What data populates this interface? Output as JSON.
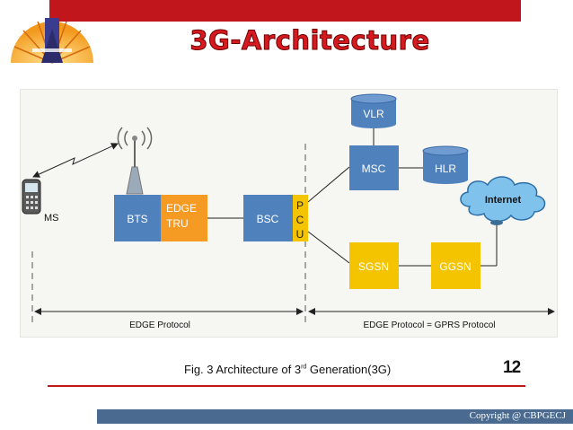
{
  "slide": {
    "title": "3G-Architecture",
    "caption_prefix": "Fig. 3 Architecture of 3",
    "caption_sup": "rd",
    "caption_suffix": " Generation(3G)",
    "page_number": "12",
    "copyright": "Copyright @ CBPGECJ"
  },
  "diagram": {
    "nodes": {
      "ms": "MS",
      "bts": "BTS",
      "edge_tru_line1": "EDGE",
      "edge_tru_line2": "TRU",
      "bsc": "BSC",
      "pcu_p": "P",
      "pcu_c": "C",
      "pcu_u": "U",
      "vlr": "VLR",
      "msc": "MSC",
      "hlr": "HLR",
      "sgsn": "SGSN",
      "ggsn": "GGSN",
      "internet": "Internet"
    },
    "protocols": {
      "left": "EDGE Protocol",
      "right": "EDGE Protocol = GPRS Protocol"
    },
    "colors": {
      "box_blue": "#4f81bd",
      "box_orange": "#f59a23",
      "box_yellow": "#f5c400",
      "cloud": "#7fc3ec"
    }
  }
}
